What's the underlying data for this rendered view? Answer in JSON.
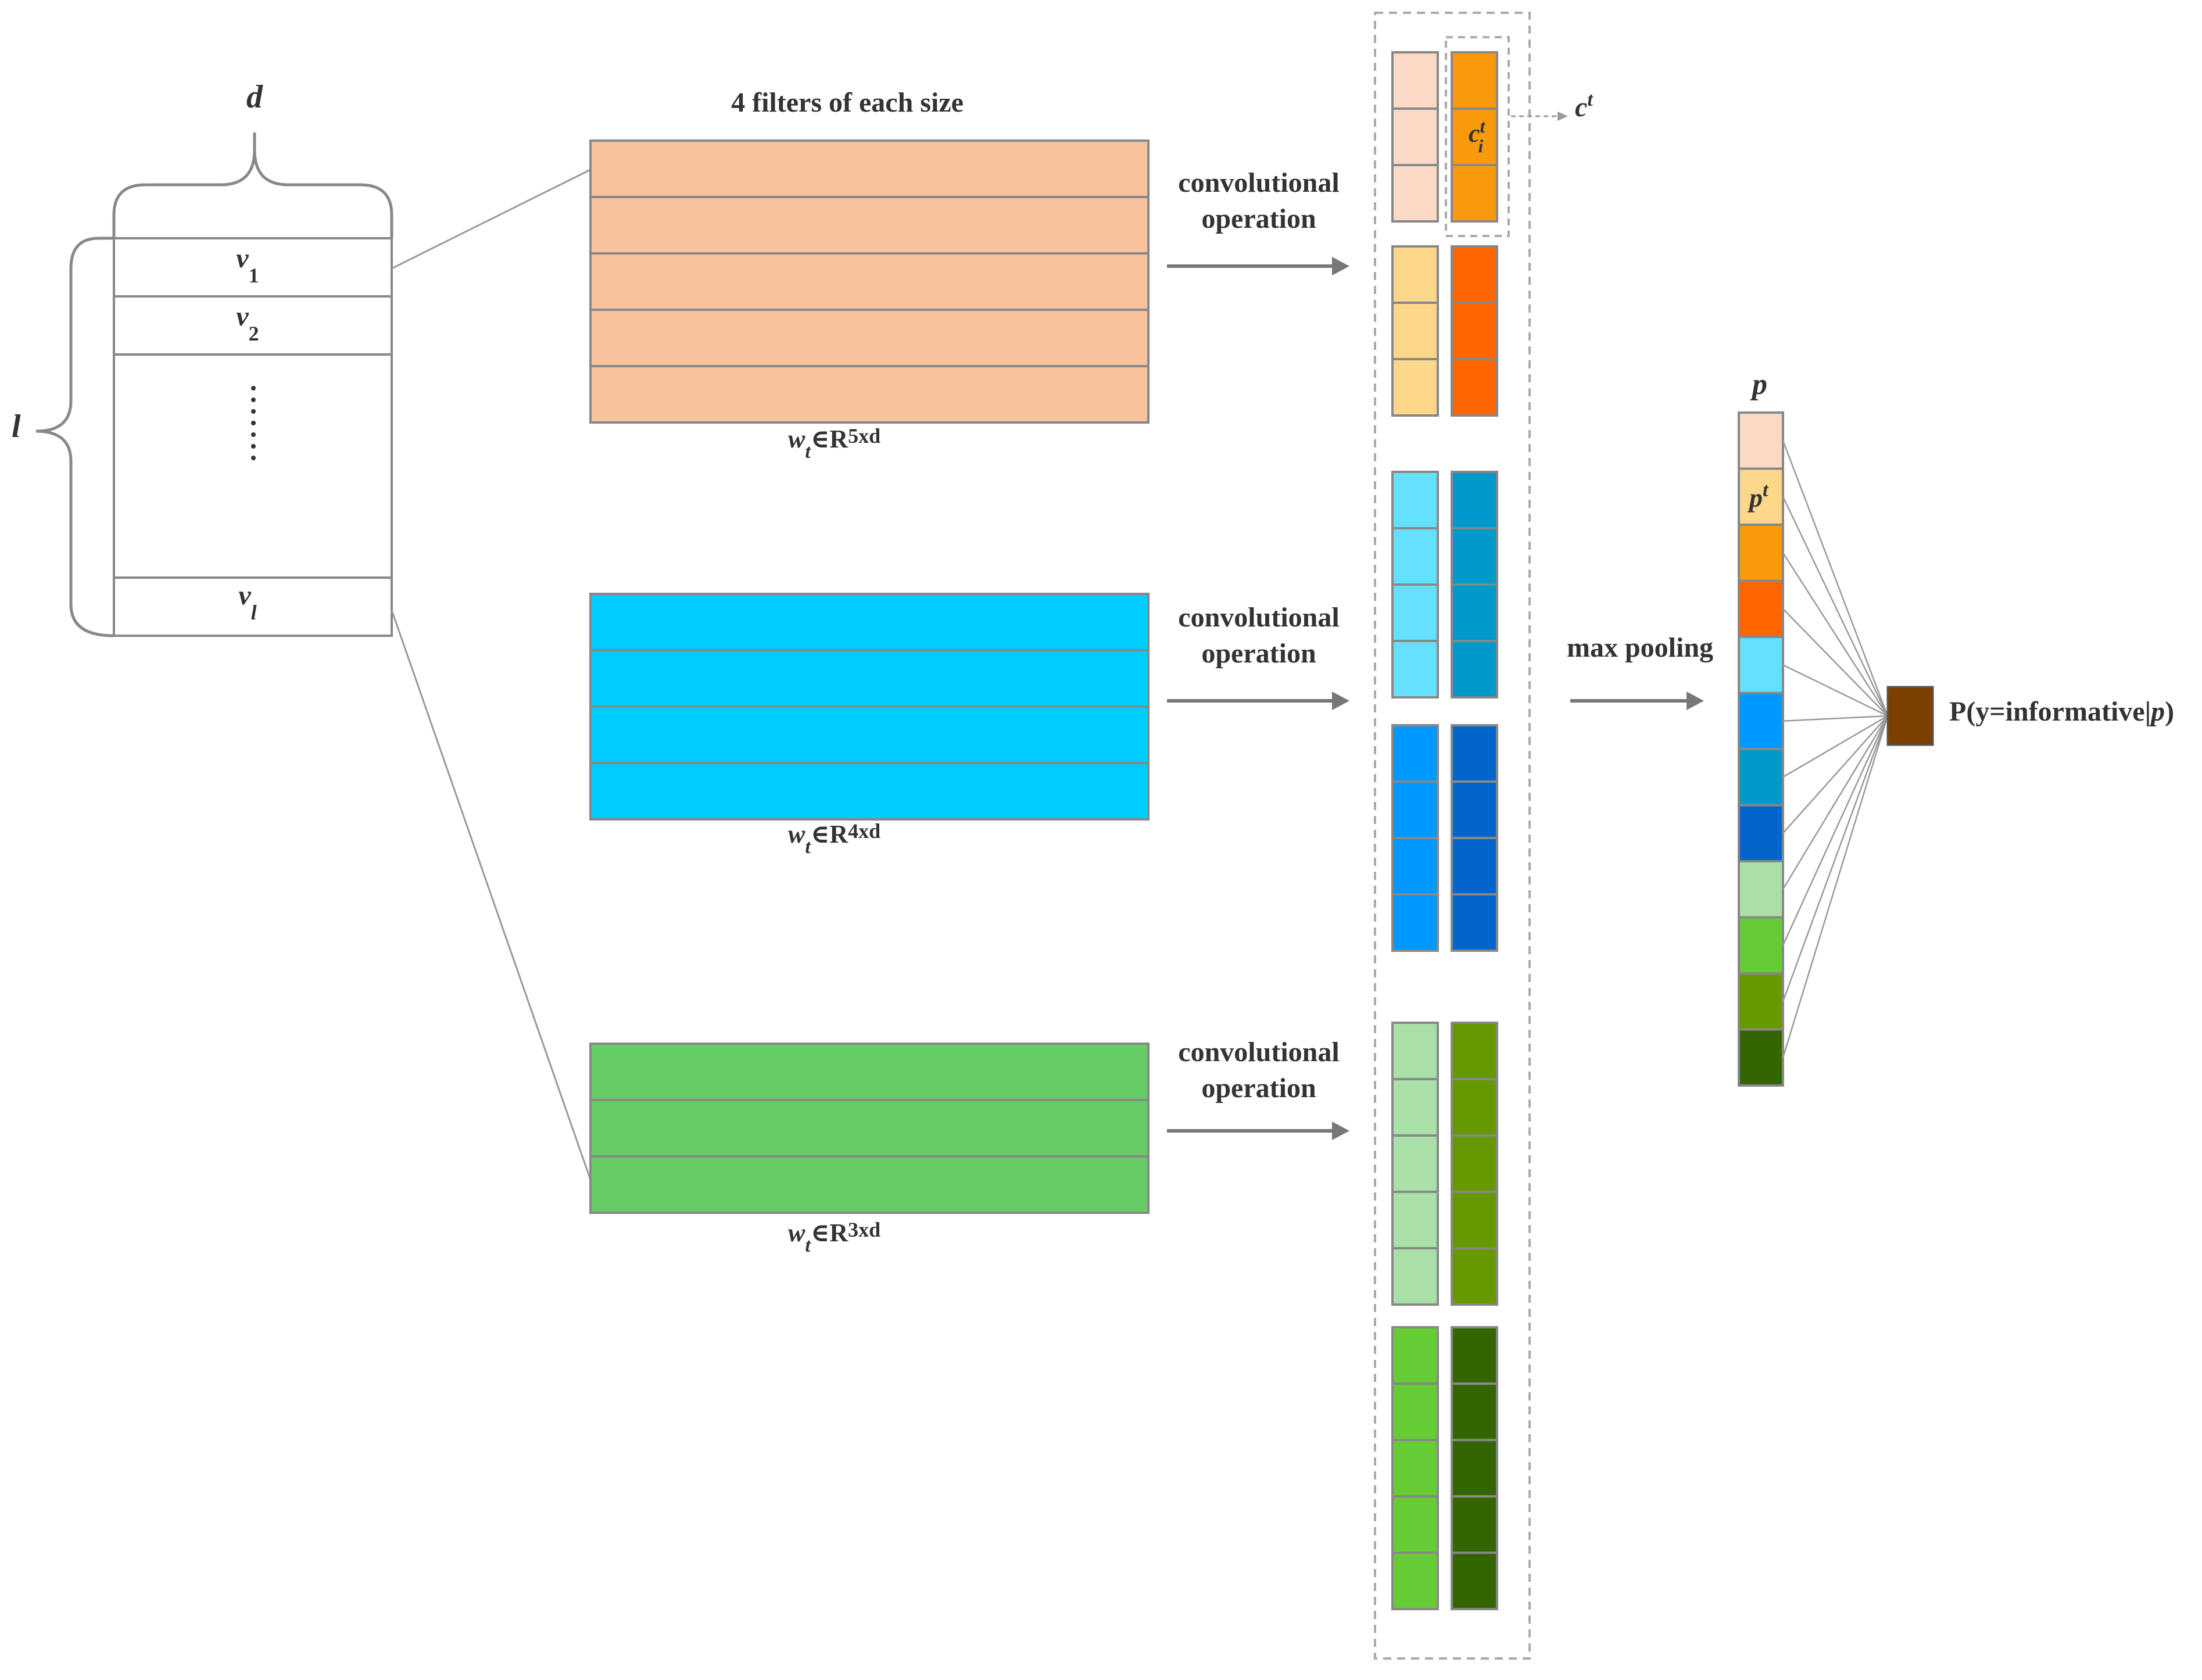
{
  "input_matrix": {
    "dim_width_label": "d",
    "dim_length_label": "l",
    "rows": [
      {
        "var": "v",
        "sub": "1"
      },
      {
        "var": "v",
        "sub": "2"
      },
      {
        "var": "v",
        "sub": "l"
      }
    ]
  },
  "filters": {
    "title": "4 filters of each size",
    "groups": [
      {
        "color": "#F7C29C",
        "rows": 5,
        "label_var": "w",
        "label_sub": "t",
        "label_set": "∈R",
        "label_sup": "5xd"
      },
      {
        "color": "#00CCFF",
        "rows": 4,
        "label_var": "w",
        "label_sub": "t",
        "label_set": "∈R",
        "label_sup": "4xd"
      },
      {
        "color": "#66CC66",
        "rows": 3,
        "label_var": "w",
        "label_sub": "t",
        "label_set": "∈R",
        "label_sup": "3xd"
      }
    ]
  },
  "operations": [
    {
      "line1": "convolutional",
      "line2": "operation"
    },
    {
      "line1": "convolutional",
      "line2": "operation"
    },
    {
      "line1": "convolutional",
      "line2": "operation"
    }
  ],
  "feature_maps": {
    "columns": [
      {
        "color": "#FBD9C5",
        "cells": 3
      },
      {
        "color": "#F99A0C",
        "cells": 3,
        "highlight": true,
        "cell_label_var": "c",
        "cell_label_sup": "t",
        "cell_label_sub": "i"
      },
      {
        "color": "#FDD78A",
        "cells": 3
      },
      {
        "color": "#FF6600",
        "cells": 3
      },
      {
        "color": "#66E0FF",
        "cells": 4
      },
      {
        "color": "#0099CC",
        "cells": 4
      },
      {
        "color": "#0099FF",
        "cells": 4
      },
      {
        "color": "#0066CC",
        "cells": 4
      },
      {
        "color": "#A8E0A8",
        "cells": 5
      },
      {
        "color": "#669900",
        "cells": 5
      },
      {
        "color": "#66CC33",
        "cells": 5
      },
      {
        "color": "#336600",
        "cells": 5
      }
    ],
    "map_label_var": "c",
    "map_label_sup": "t"
  },
  "pooling": {
    "label": "max pooling",
    "vector_label": "p",
    "cell_label_var": "p",
    "cell_label_sup": "t",
    "cells": [
      "#FBD9C5",
      "#FDD78A",
      "#F99A0C",
      "#FF6600",
      "#66E0FF",
      "#0099FF",
      "#0099CC",
      "#0066CC",
      "#A8E0A8",
      "#66CC33",
      "#669900",
      "#336600"
    ]
  },
  "output": {
    "color": "#7B3F00",
    "label_prefix": "P(y=informative|",
    "label_var": "p",
    "label_suffix": ")"
  }
}
